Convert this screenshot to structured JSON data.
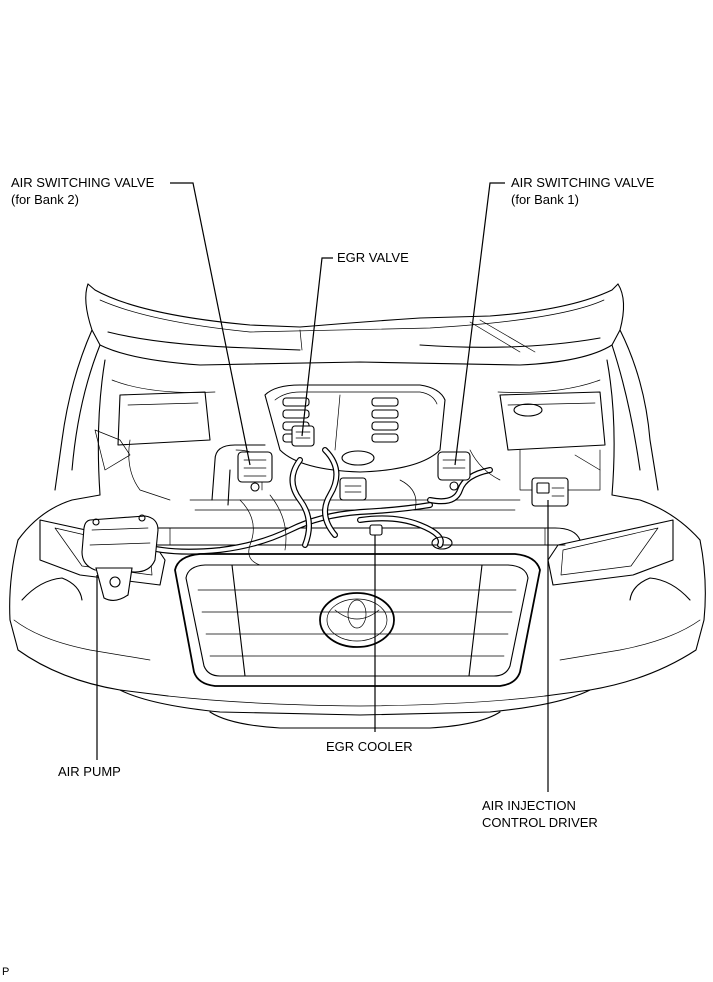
{
  "labels": {
    "air_switching_valve_bank2": "AIR SWITCHING VALVE",
    "for_bank2": "(for Bank 2)",
    "air_switching_valve_bank1": "AIR SWITCHING VALVE",
    "for_bank1": "(for Bank 1)",
    "egr_valve": "EGR VALVE",
    "egr_cooler": "EGR COOLER",
    "air_pump": "AIR PUMP",
    "air_injection_line1": "AIR INJECTION",
    "air_injection_line2": "CONTROL DRIVER"
  },
  "figure_code": "P"
}
